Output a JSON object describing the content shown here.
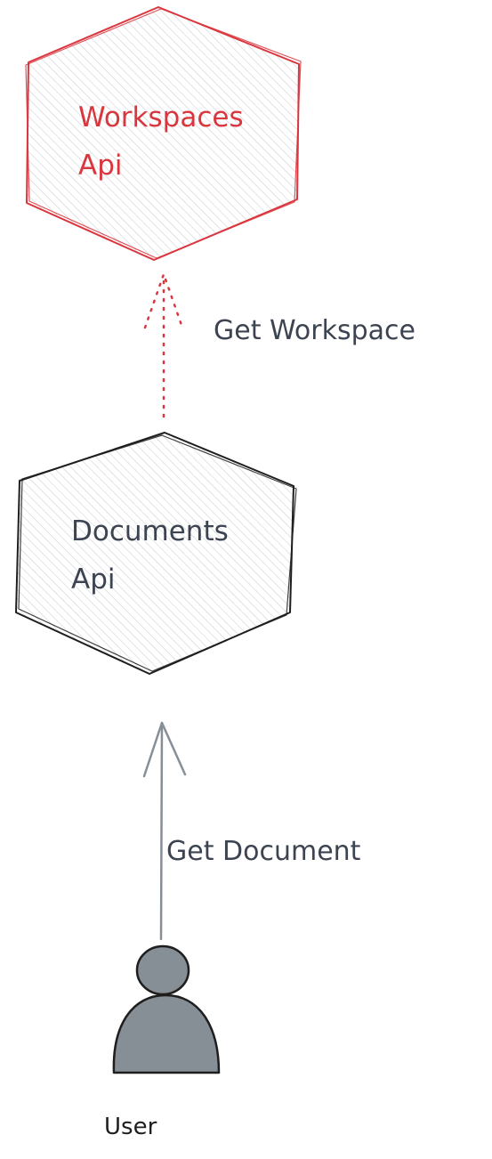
{
  "nodes": {
    "workspaces_api": {
      "line1": "Workspaces",
      "line2": "Api",
      "color": "#d9363e"
    },
    "documents_api": {
      "line1": "Documents",
      "line2": "Api",
      "color": "#3d4451"
    },
    "user": {
      "label": "User",
      "fill": "#868e96",
      "stroke": "#1e1e1e"
    }
  },
  "edges": {
    "get_workspace": {
      "label": "Get Workspace",
      "style": "dotted",
      "color": "#d9363e"
    },
    "get_document": {
      "label": "Get Document",
      "style": "solid",
      "color": "#868e96"
    }
  },
  "colors": {
    "text": "#3d4451",
    "hatch": "#c4c8cd"
  }
}
